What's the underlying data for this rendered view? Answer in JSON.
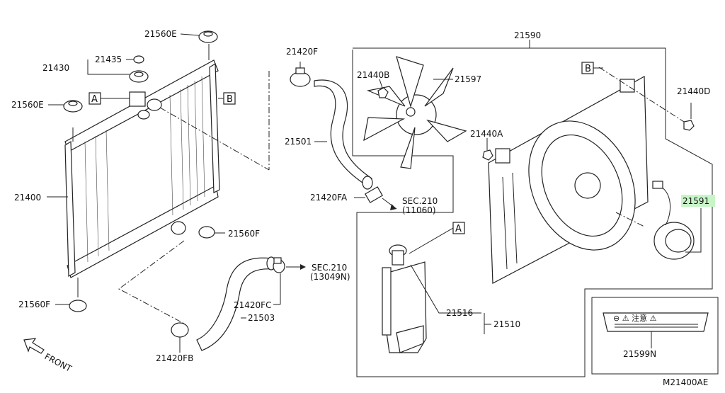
{
  "diagram": {
    "part_labels": {
      "p21560E_top": "21560E",
      "p21435": "21435",
      "p21430": "21430",
      "p21560E_left": "21560E",
      "p21400": "21400",
      "p21560F_right": "21560F",
      "p21560F_bottom": "21560F",
      "p21420F": "21420F",
      "p21501": "21501",
      "p21420FA": "21420FA",
      "p21420FC": "21420FC",
      "p21503": "21503",
      "p21420FB": "21420FB",
      "p21590": "21590",
      "p21440B": "21440B",
      "p21597": "21597",
      "p21440A": "21440A",
      "p21440D": "21440D",
      "p21591": "21591",
      "p21516": "21516",
      "p21510": "21510",
      "p21599N": "21599N"
    },
    "section_refs": {
      "sec_upper_line1": "SEC.210",
      "sec_upper_line2": "(11060)",
      "sec_lower_line1": "SEC.210",
      "sec_lower_line2": "(13049N)"
    },
    "view_markers": {
      "a_radiator": "A",
      "b_radiator": "B",
      "a_reservoir": "A",
      "b_shroud": "B"
    },
    "front_label": "FRONT",
    "drawing_number": "M21400AE",
    "highlight_color": "#c8f5c8"
  }
}
